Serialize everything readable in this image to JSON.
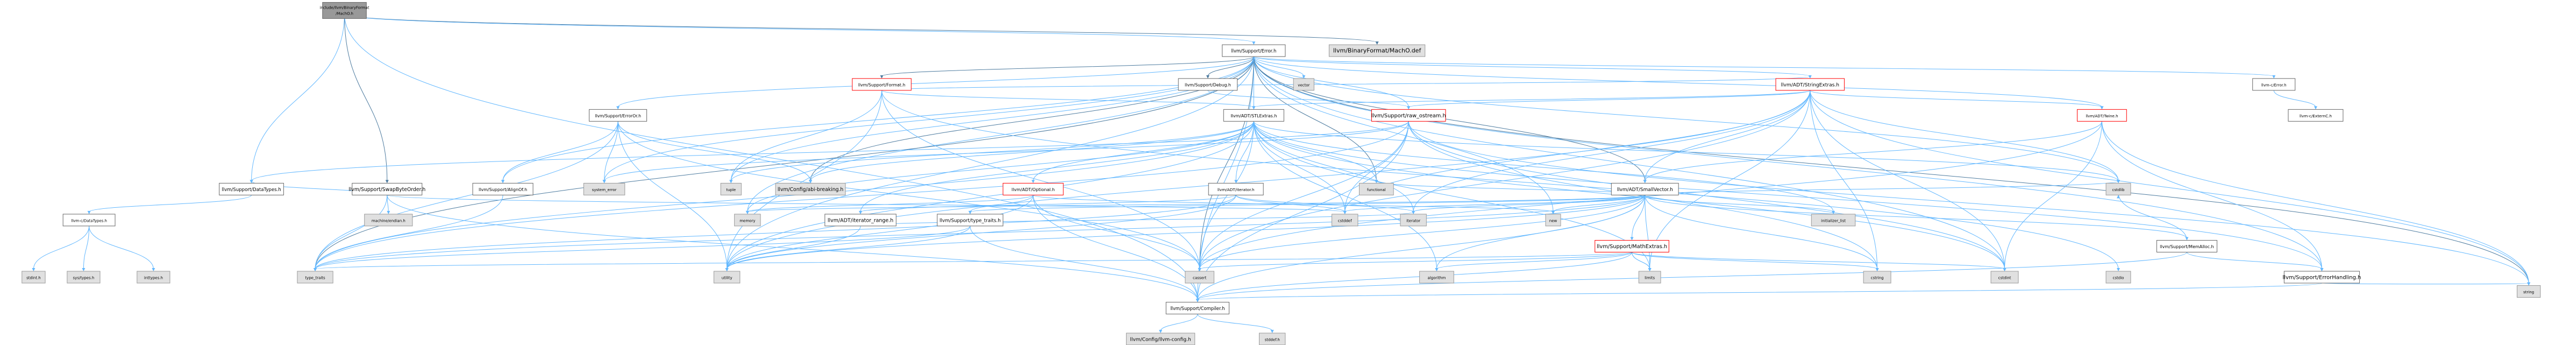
{
  "root": {
    "line1": "include/llvm/BinaryFormat",
    "line2": "/MachO.h"
  },
  "nodes": {
    "machodef": "llvm/BinaryFormat/MachO.def",
    "error": "llvm/Support/Error.h",
    "datatypes": "llvm/Support/DataTypes.h",
    "swapbyteorder": "llvm/Support/SwapByteOrder.h",
    "alignof": "llvm/Support/AlignOf.h",
    "format": "llvm/Support/Format.h",
    "erroror": "llvm/Support/ErrorOr.h",
    "debug": "llvm/Support/Debug.h",
    "vector": "vector",
    "stringextras": "llvm/ADT/StringExtras.h",
    "llvmc_error": "llvm-c/Error.h",
    "llvmc_externc": "llvm-c/ExternC.h",
    "stlextras": "llvm/ADT/STLExtras.h",
    "rawostream": "llvm/Support/raw_ostream.h",
    "twine": "llvm/ADT/Twine.h",
    "llvmc_datatypes": "llvm-c/DataTypes.h",
    "machineendian": "machine/endian.h",
    "tuple": "tuple",
    "systemerror": "system_error",
    "abibreaking": "llvm/Config/abi-breaking.h",
    "optional": "llvm/ADT/Optional.h",
    "adtiterator": "llvm/ADT/iterator.h",
    "functional": "functional",
    "smallvector": "llvm/ADT/SmallVector.h",
    "memory": "memory",
    "iteratorrange": "llvm/ADT/iterator_range.h",
    "typetraits_h": "llvm/Support/type_traits.h",
    "cstddef": "cstddef",
    "iterator": "iterator",
    "new": "new",
    "initializerlist": "initializer_list",
    "mathextras": "llvm/Support/MathExtras.h",
    "memalloc": "llvm/Support/MemAlloc.h",
    "stdint_h": "stdint.h",
    "systypes": "sys/types.h",
    "inttypes": "inttypes.h",
    "typetraits": "type_traits",
    "utility": "utility",
    "cassert": "cassert",
    "algorithm": "algorithm",
    "limits": "limits",
    "cstring": "cstring",
    "cstdint": "cstdint",
    "cstdio": "cstdio",
    "errorhandling": "llvm/Support/ErrorHandling.h",
    "string": "string",
    "compiler": "llvm/Support/Compiler.h",
    "llvmconfig": "llvm/Config/llvm-config.h",
    "stddef": "stddef.h"
  },
  "colors": {
    "edge": "#63b8ff",
    "edge_dark": "#4d7b9f",
    "root_fill": "#999999",
    "system_fill": "#e0e0e0",
    "incomplete_border": "#ff0000"
  }
}
